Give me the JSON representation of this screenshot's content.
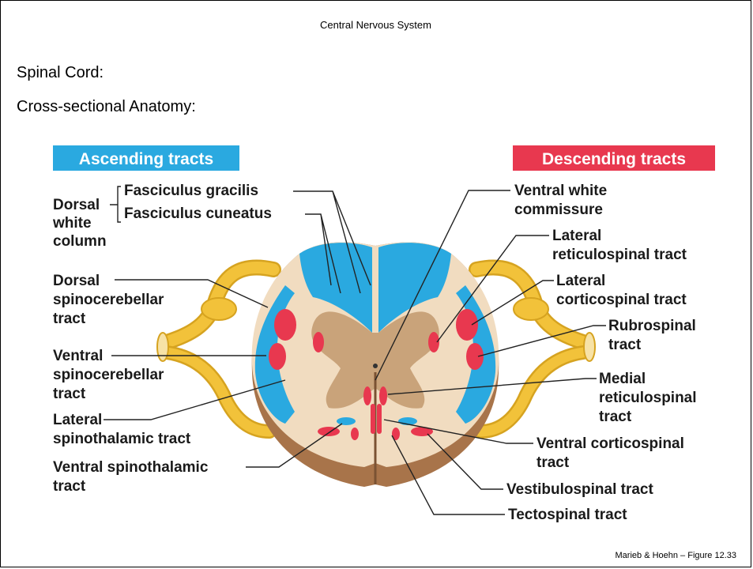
{
  "slide": {
    "header": "Central Nervous System",
    "heading_line1": "Spinal Cord:",
    "heading_line2": "Cross-sectional Anatomy:",
    "footer": "Marieb & Hoehn – Figure 12.33"
  },
  "figure": {
    "ascending_banner": "Ascending tracts",
    "descending_banner": "Descending tracts",
    "colors": {
      "ascending": "#2aa9e0",
      "descending": "#e8384f",
      "white_matter_blue": "#2aa9e0",
      "gray_matter": "#c9a37a",
      "cord_base": "#f1dcc0",
      "nerve": "#f2c23a"
    },
    "left_labels": {
      "dorsal_white_column": [
        "Dorsal",
        "white",
        "column"
      ],
      "fasciculus_gracilis": "Fasciculus gracilis",
      "fasciculus_cuneatus": "Fasciculus cuneatus",
      "dorsal_spinocerebellar": [
        "Dorsal",
        "spinocerebellar",
        "tract"
      ],
      "ventral_spinocerebellar": [
        "Ventral",
        "spinocerebellar",
        "tract"
      ],
      "lateral_spinothalamic": [
        "Lateral",
        "spinothalamic tract"
      ],
      "ventral_spinothalamic": [
        "Ventral spinothalamic",
        "tract"
      ]
    },
    "right_labels": {
      "ventral_white_commissure": [
        "Ventral white",
        "commissure"
      ],
      "lateral_reticulospinal": [
        "Lateral",
        "reticulospinal tract"
      ],
      "lateral_corticospinal": [
        "Lateral",
        "corticospinal tract"
      ],
      "rubrospinal": [
        "Rubrospinal",
        "tract"
      ],
      "medial_reticulospinal": [
        "Medial",
        "reticulospinal",
        "tract"
      ],
      "ventral_corticospinal": [
        "Ventral corticospinal",
        "tract"
      ],
      "vestibulospinal": "Vestibulospinal tract",
      "tectospinal": "Tectospinal tract"
    }
  }
}
